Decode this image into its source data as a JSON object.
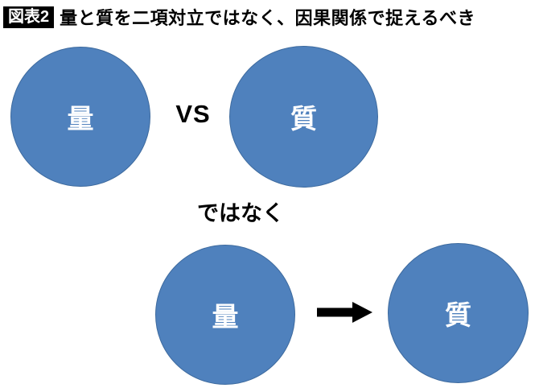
{
  "header": {
    "badge_label": "図表2",
    "title": "量と質を二項対立ではなく、因果関係で捉えるべき"
  },
  "diagram": {
    "top_row": {
      "left_circle_label": "量",
      "versus_label": "VS",
      "right_circle_label": "質"
    },
    "connector_label": "ではなく",
    "bottom_row": {
      "left_circle_label": "量",
      "arrow_icon": "arrow-right",
      "right_circle_label": "質"
    },
    "colors": {
      "circle_fill": "#4f81bd",
      "circle_border": "#3d6a9e",
      "circle_text": "#ffffff",
      "arrow": "#000000",
      "badge_bg": "#000000",
      "badge_text": "#ffffff",
      "heading_text": "#000000",
      "background": "#ffffff"
    }
  }
}
